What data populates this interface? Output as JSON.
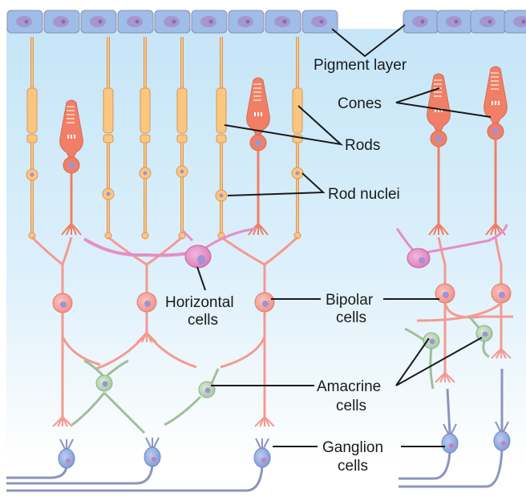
{
  "title": "Retina cell layers",
  "labels": {
    "pigment_layer": "Pigment layer",
    "cones": "Cones",
    "rods": "Rods",
    "rod_nuclei": "Rod nuclei",
    "horizontal_line1": "Horizontal",
    "horizontal_line2": "cells",
    "bipolar_line1": "Bipolar",
    "bipolar_line2": "cells",
    "amacrine_line1": "Amacrine",
    "amacrine_line2": "cells",
    "ganglion_line1": "Ganglion",
    "ganglion_line2": "cells"
  },
  "colors": {
    "background_top": "#c9e6f7",
    "background_bottom": "#f4f9fc",
    "pigment_cell": "#9fbde6",
    "pigment_nucleus": "#a889c8",
    "rod": "#fbc77f",
    "rod_outline": "#d9955a",
    "cone": "#f07f65",
    "bipolar": "#f49a8f",
    "horizontal": "#e58ec4",
    "amacrine": "#b5d3b0",
    "ganglion": "#8fa8dc",
    "axon": "#8c95bd",
    "nucleus": "#9f93d6",
    "leader_line": "#1a1a1a"
  }
}
